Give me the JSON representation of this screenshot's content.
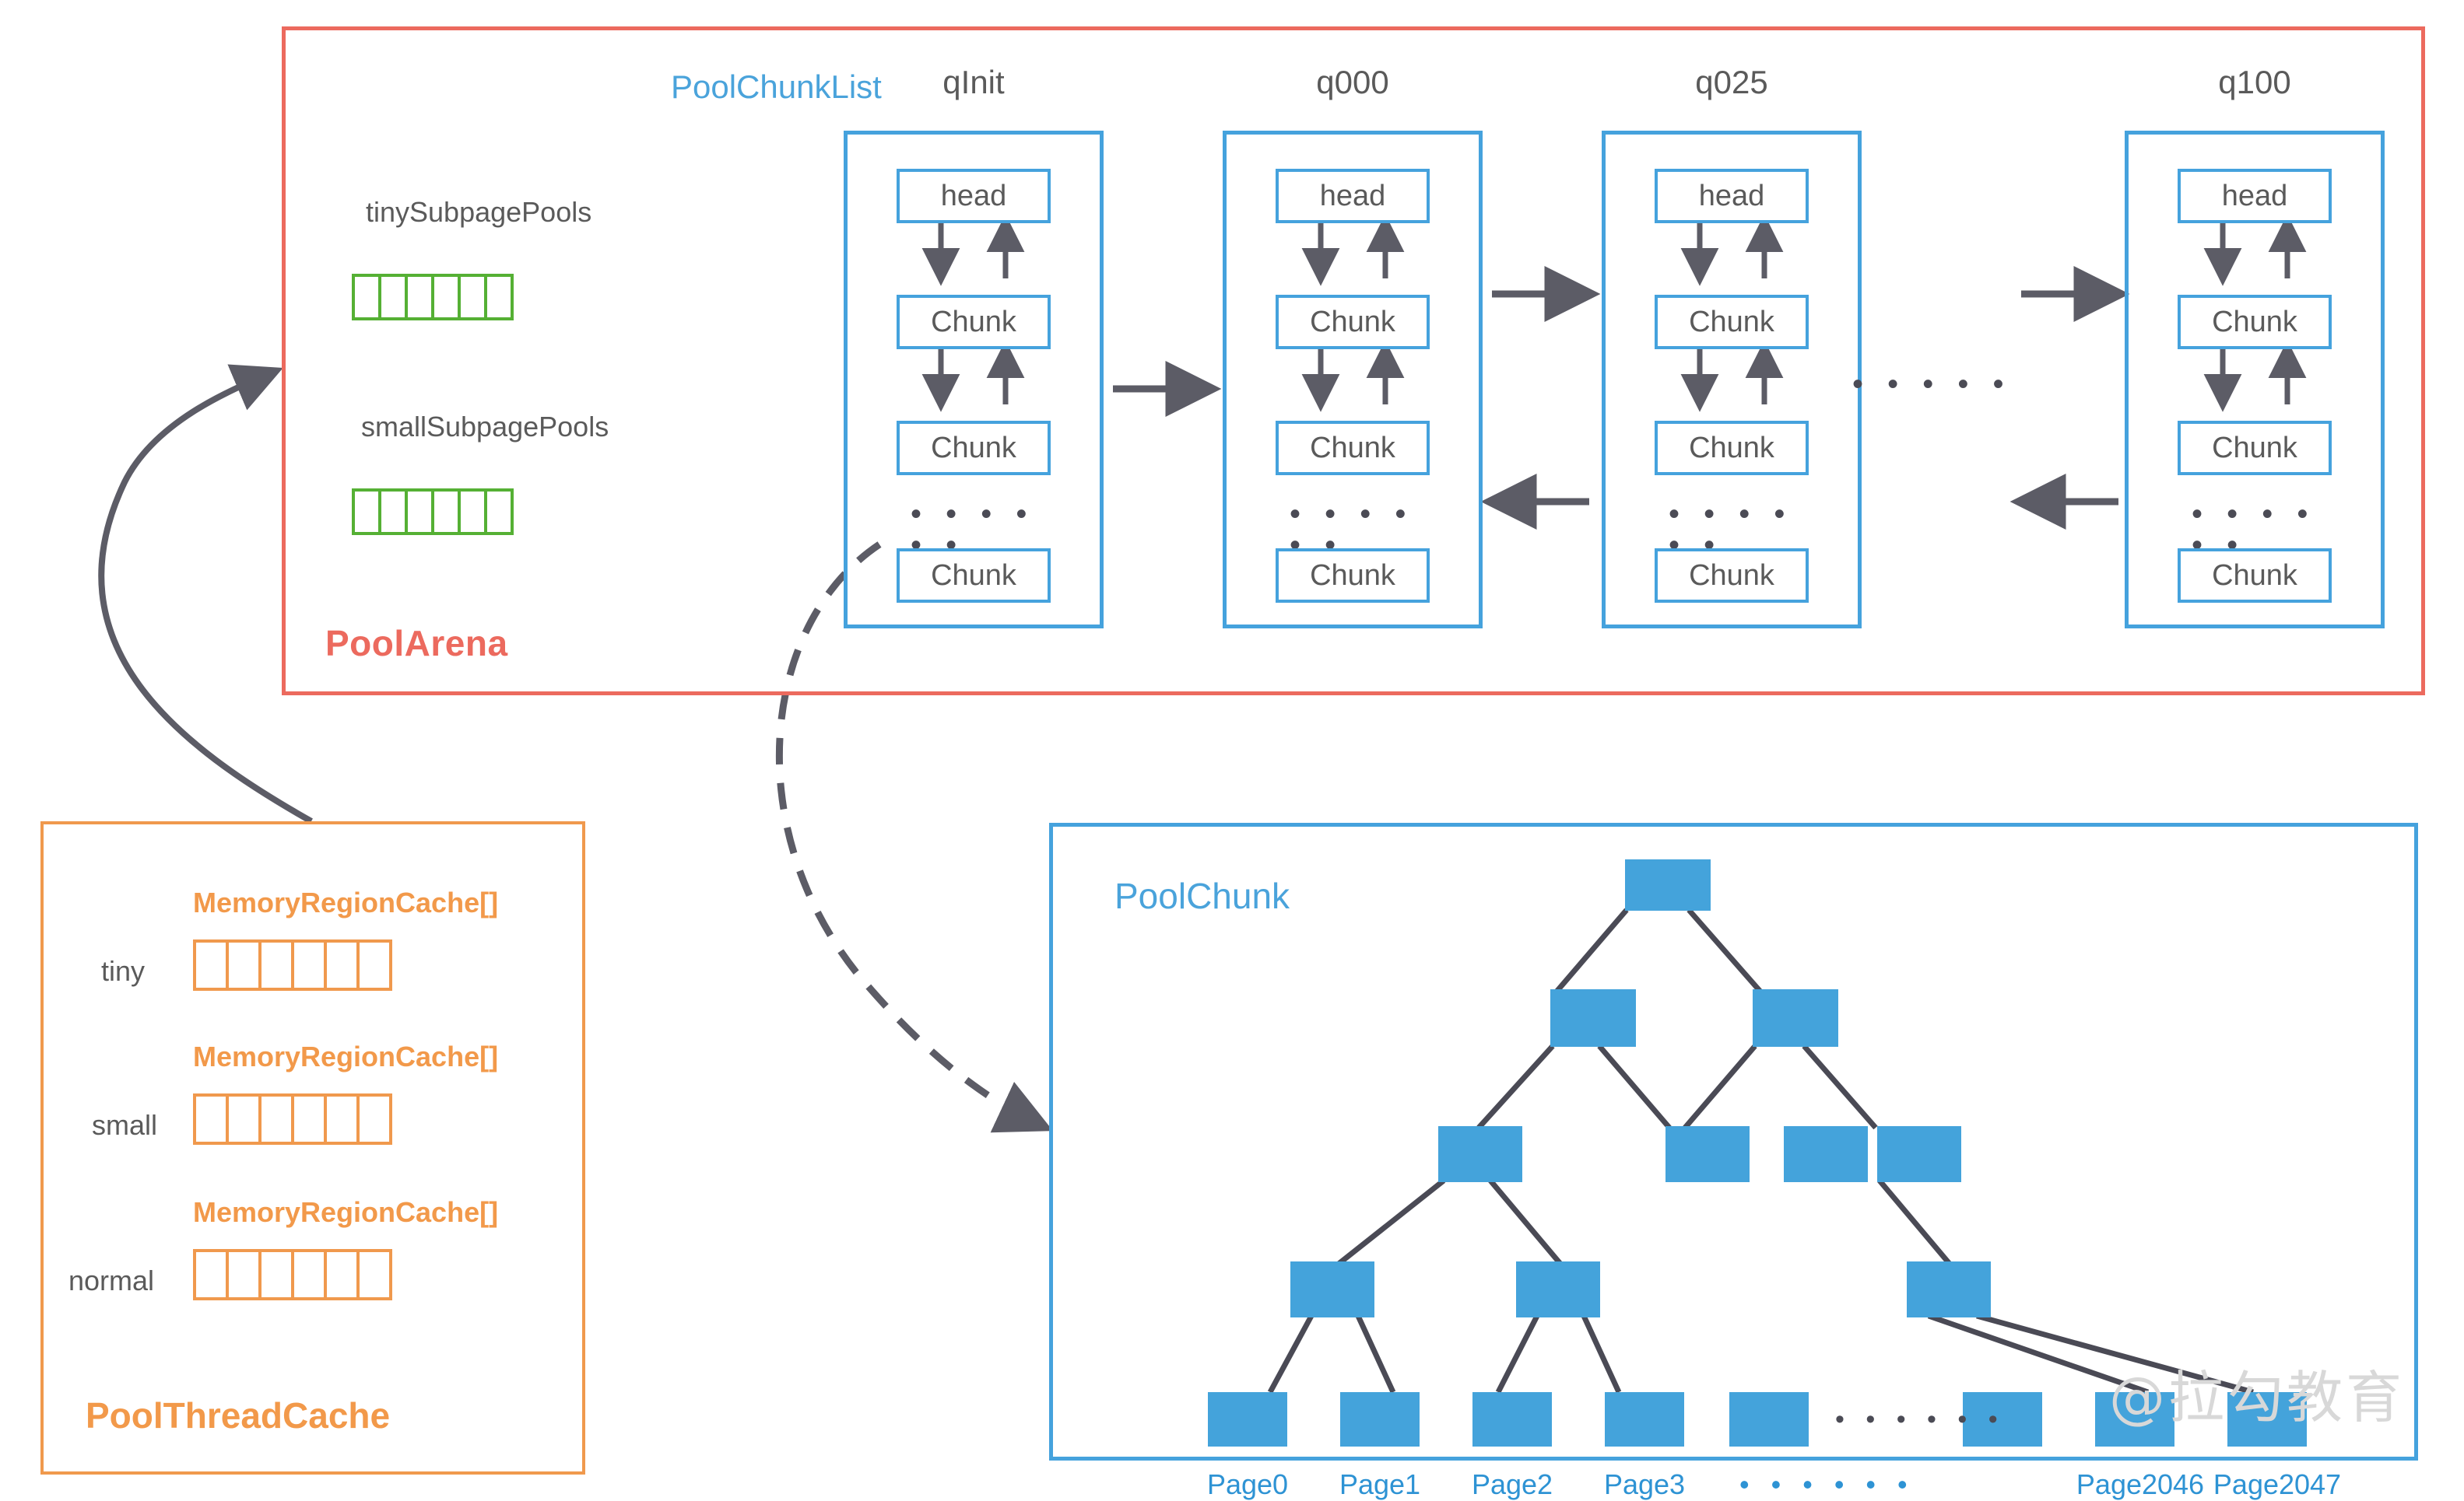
{
  "arena": {
    "label": "PoolArena",
    "color": "#ec6a5e",
    "subpage_pools": [
      {
        "name": "tinySubpagePools",
        "cells": 6,
        "color": "#55b034"
      },
      {
        "name": "smallSubpagePools",
        "cells": 6,
        "color": "#55b034"
      }
    ],
    "chunk_list": {
      "title": "PoolChunkList",
      "title_color": "#4aa3db",
      "columns": [
        {
          "name": "qInit",
          "nodes": [
            "head",
            "Chunk",
            "Chunk",
            "Chunk"
          ],
          "dots": "• • • • • •"
        },
        {
          "name": "q000",
          "nodes": [
            "head",
            "Chunk",
            "Chunk",
            "Chunk"
          ],
          "dots": "• • • • • •"
        },
        {
          "name": "q025",
          "nodes": [
            "head",
            "Chunk",
            "Chunk",
            "Chunk"
          ],
          "dots": "• • • • • •"
        },
        {
          "name": "q100",
          "nodes": [
            "head",
            "Chunk",
            "Chunk",
            "Chunk"
          ],
          "dots": "• • • • • •"
        }
      ],
      "between_columns_ellipsis": "• • • • •"
    }
  },
  "thread_cache": {
    "label": "PoolThreadCache",
    "color": "#f2994a",
    "rows": [
      {
        "array_label": "MemoryRegionCache[]",
        "kind": "tiny",
        "cells": 6
      },
      {
        "array_label": "MemoryRegionCache[]",
        "kind": "small",
        "cells": 6
      },
      {
        "array_label": "MemoryRegionCache[]",
        "kind": "normal",
        "cells": 6
      }
    ]
  },
  "pool_chunk": {
    "title": "PoolChunk",
    "title_color": "#4aa3db",
    "node_color": "#44a3db",
    "page_labels": [
      "Page0",
      "Page1",
      "Page2",
      "Page3",
      "Page2046",
      "Page2047"
    ],
    "page_ellipsis": "• • • • • •",
    "leaf_ellipsis": "• • • • • •"
  },
  "watermark": {
    "text": "@拉勾教育"
  }
}
